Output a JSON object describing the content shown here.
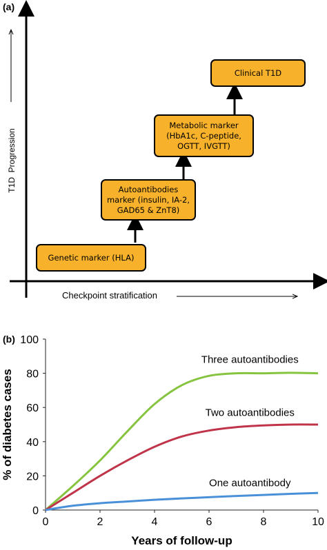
{
  "panel_a": {
    "label": "(a)",
    "y_axis_label": "T1D  Progression",
    "x_axis_label": "Checkpoint stratification",
    "boxes": [
      {
        "text": "Genetic marker (HLA)"
      },
      {
        "text": "Autoantibodies marker (insulin, IA-2, GAD65 & ZnT8)"
      },
      {
        "text": "Metabolic marker (HbA1c, C-peptide, OGTT, IVGTT)"
      },
      {
        "text": "Clinical T1D"
      }
    ],
    "colors": {
      "box_fill": "#f7b12a",
      "box_border": "#000000"
    }
  },
  "panel_b": {
    "label": "(b)"
  },
  "chart_data": {
    "type": "line",
    "title": "",
    "xlabel": "Years of follow-up",
    "ylabel": "% of diabetes cases",
    "xlim": [
      0,
      10
    ],
    "ylim": [
      0,
      100
    ],
    "xticks": [
      0,
      2,
      4,
      6,
      8,
      10
    ],
    "yticks": [
      0,
      20,
      40,
      60,
      80,
      100
    ],
    "grid": false,
    "series": [
      {
        "name": "Three autoantibodies",
        "color": "#86c440",
        "x": [
          0,
          1,
          2,
          3,
          4,
          5,
          6,
          7,
          8,
          9,
          10
        ],
        "y": [
          0,
          14,
          29,
          46,
          62,
          73,
          78.5,
          80,
          80,
          80.3,
          80
        ]
      },
      {
        "name": "Two autoantibodies",
        "color": "#c0344a",
        "x": [
          0,
          1,
          2,
          3,
          4,
          5,
          6,
          7,
          8,
          9,
          10
        ],
        "y": [
          0,
          10,
          20,
          29,
          37,
          43,
          46.5,
          48.5,
          49.5,
          50,
          50
        ]
      },
      {
        "name": "One autoantibody",
        "color": "#4a90d9",
        "x": [
          0,
          1,
          2,
          3,
          4,
          5,
          6,
          7,
          8,
          9,
          10
        ],
        "y": [
          0,
          2.5,
          4,
          5,
          6,
          6.8,
          7.5,
          8.2,
          8.8,
          9.5,
          10
        ]
      }
    ]
  }
}
